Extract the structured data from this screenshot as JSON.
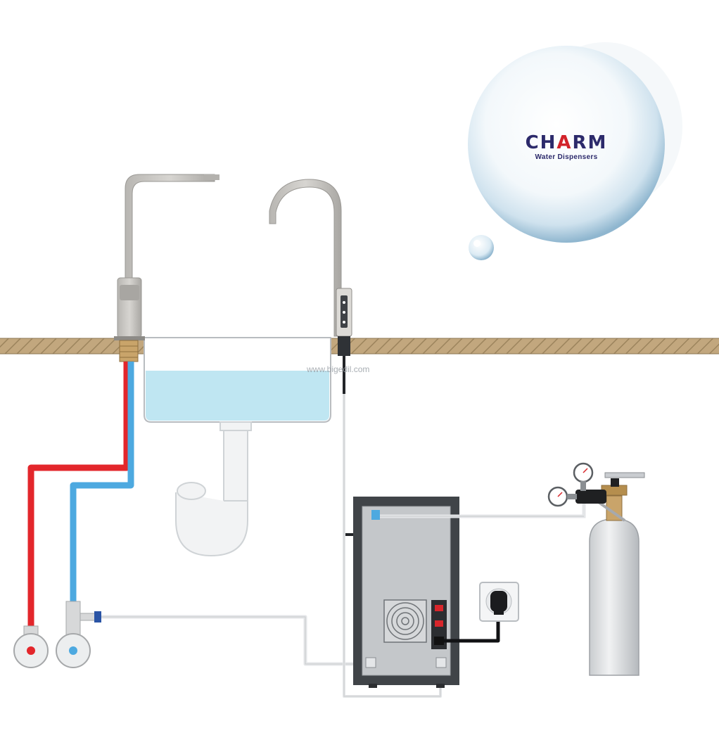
{
  "logo": {
    "brand_prefix": "CH",
    "brand_accent": "A",
    "brand_suffix": "RM",
    "tagline": "Water Dispensers"
  },
  "watermark": "www.bigedil.com",
  "icons": [
    "logo-bubble-icon",
    "tap-icon",
    "sink-icon",
    "drain-trap-icon",
    "angle-valve-icon",
    "dispenser-unit-icon",
    "wall-socket-icon",
    "power-plug-icon",
    "co2-cylinder-icon",
    "pressure-gauge-icon"
  ],
  "colors": {
    "hot_line": "#e3262b",
    "cold_line": "#4da9e0",
    "brand_navy": "#2c2a6b",
    "brand_red": "#d2232a",
    "counter": "#c2a77e",
    "water": "#bfe6f2",
    "dispenser_body": "#404448"
  }
}
